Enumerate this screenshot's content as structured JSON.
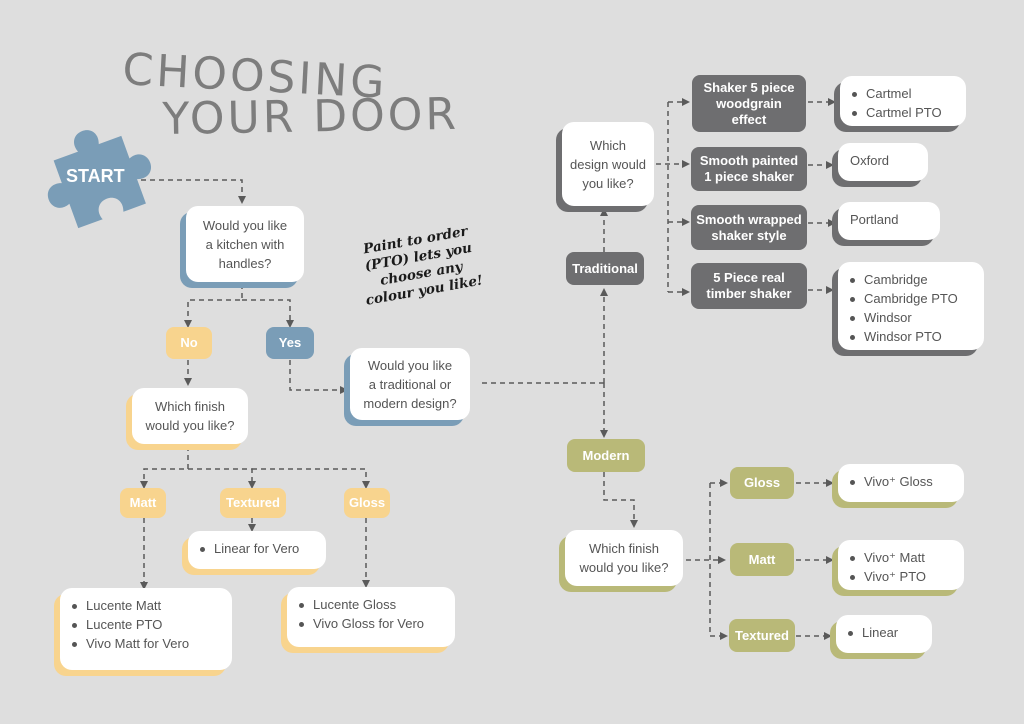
{
  "title": {
    "line1": "CHOOSING",
    "line2": "YOUR DOOR"
  },
  "start": {
    "label": "START",
    "icon": "puzzle-piece-icon"
  },
  "note": {
    "line1": "Paint to order",
    "line2": "(PTO) lets you",
    "line3": "choose any",
    "line4": "colour you like!"
  },
  "colors": {
    "background": "#dedede",
    "blue": "#7a9db7",
    "yellow": "#f8d48e",
    "grey": "#6e6e70",
    "olive": "#b9b978",
    "line": "#5a5a5a"
  },
  "q_handles": {
    "line1": "Would you like",
    "line2": "a kitchen with",
    "line3": "handles?"
  },
  "ans_no": "No",
  "ans_yes": "Yes",
  "handleless": {
    "question": {
      "line1": "Which finish",
      "line2": "would you like?"
    },
    "finishes": [
      {
        "label": "Matt",
        "items": [
          "Lucente Matt",
          "Lucente PTO",
          "Vivo Matt for Vero"
        ]
      },
      {
        "label": "Textured",
        "items": [
          "Linear for Vero"
        ]
      },
      {
        "label": "Gloss",
        "items": [
          "Lucente Gloss",
          "Vivo Gloss for Vero"
        ]
      }
    ]
  },
  "q_style": {
    "line1": "Would you like",
    "line2": "a traditional or",
    "line3": "modern design?"
  },
  "traditional": {
    "label": "Traditional",
    "question": {
      "line1": "Which",
      "line2": "design would",
      "line3": "you like?"
    },
    "designs": [
      {
        "line1": "Shaker 5 piece",
        "line2": "woodgrain",
        "line3": "effect",
        "items": [
          "Cartmel",
          "Cartmel PTO"
        ]
      },
      {
        "line1": "Smooth painted",
        "line2": "1 piece shaker",
        "items": [
          "Oxford"
        ]
      },
      {
        "line1": "Smooth wrapped",
        "line2": "shaker style",
        "items": [
          "Portland"
        ]
      },
      {
        "line1": "5 Piece real",
        "line2": "timber shaker",
        "items": [
          "Cambridge",
          "Cambridge PTO",
          "Windsor",
          "Windsor PTO"
        ]
      }
    ]
  },
  "modern": {
    "label": "Modern",
    "question": {
      "line1": "Which finish",
      "line2": "would you like?"
    },
    "finishes": [
      {
        "label": "Gloss",
        "items": [
          "Vivo⁺ Gloss"
        ]
      },
      {
        "label": "Matt",
        "items": [
          "Vivo⁺ Matt",
          "Vivo⁺ PTO"
        ]
      },
      {
        "label": "Textured",
        "items": [
          "Linear"
        ]
      }
    ]
  }
}
